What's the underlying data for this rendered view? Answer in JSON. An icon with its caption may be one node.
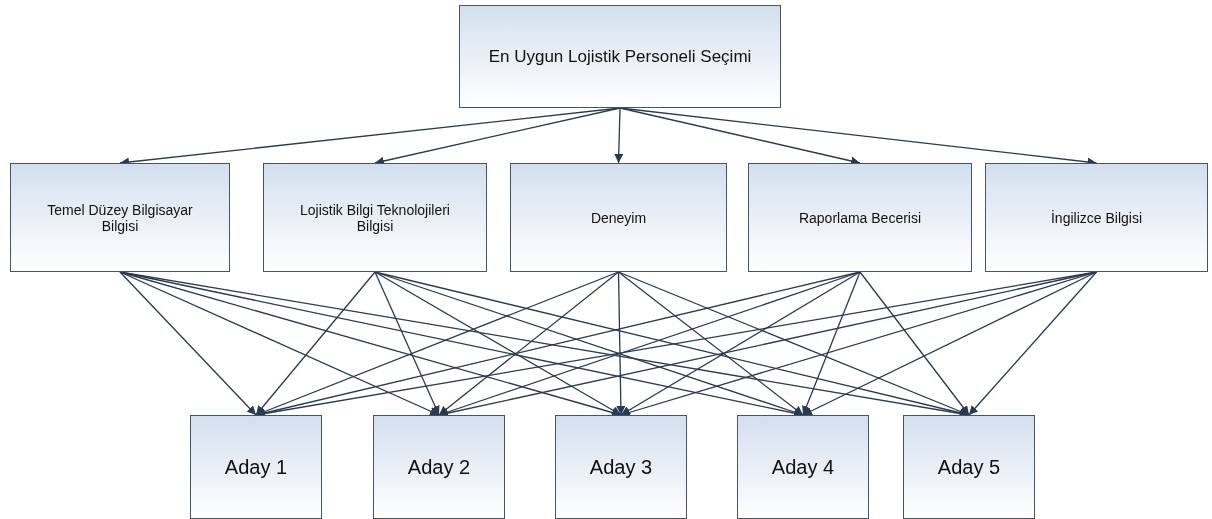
{
  "diagram": {
    "nodes": [
      {
        "text": [
          "En Uygun Lojistik Personeli Seçimi"
        ]
      },
      {
        "text": [
          "Temel Düzey Bilgisayar Bilgisi"
        ]
      },
      {
        "text": [
          "Lojistik Bilgi Teknolojileri Bilgisi"
        ]
      },
      {
        "text": [
          "Deneyim"
        ]
      },
      {
        "text": [
          "Raporlama Becerisi"
        ]
      },
      {
        "text": [
          "İngilizce Bilgisi"
        ]
      },
      {
        "text": [
          "Aday 1"
        ]
      },
      {
        "text": [
          "Aday 2"
        ]
      },
      {
        "text": [
          "Aday 3"
        ]
      },
      {
        "text": [
          "Aday 4"
        ]
      },
      {
        "text": [
          "Aday 5"
        ]
      }
    ],
    "edges": [
      {
        "from": 0,
        "to": 1,
        "arrow": "to"
      },
      {
        "from": 0,
        "to": 2,
        "arrow": "to"
      },
      {
        "from": 0,
        "to": 3,
        "arrow": "to"
      },
      {
        "from": 0,
        "to": 4,
        "arrow": "to"
      },
      {
        "from": 0,
        "to": 5,
        "arrow": "to"
      },
      {
        "from": 1,
        "to": 6,
        "arrow": "to"
      },
      {
        "from": 1,
        "to": 7,
        "arrow": "to"
      },
      {
        "from": 1,
        "to": 8,
        "arrow": "to"
      },
      {
        "from": 1,
        "to": 9,
        "arrow": "to"
      },
      {
        "from": 1,
        "to": 10,
        "arrow": "to"
      },
      {
        "from": 2,
        "to": 6,
        "arrow": "to"
      },
      {
        "from": 2,
        "to": 7,
        "arrow": "to"
      },
      {
        "from": 2,
        "to": 8,
        "arrow": "to"
      },
      {
        "from": 2,
        "to": 9,
        "arrow": "to"
      },
      {
        "from": 2,
        "to": 10,
        "arrow": "to"
      },
      {
        "from": 3,
        "to": 6,
        "arrow": "to"
      },
      {
        "from": 3,
        "to": 7,
        "arrow": "to"
      },
      {
        "from": 3,
        "to": 8,
        "arrow": "to"
      },
      {
        "from": 3,
        "to": 9,
        "arrow": "to"
      },
      {
        "from": 3,
        "to": 10,
        "arrow": "to"
      },
      {
        "from": 4,
        "to": 6,
        "arrow": "to"
      },
      {
        "from": 4,
        "to": 7,
        "arrow": "to"
      },
      {
        "from": 4,
        "to": 8,
        "arrow": "to"
      },
      {
        "from": 4,
        "to": 9,
        "arrow": "to"
      },
      {
        "from": 4,
        "to": 10,
        "arrow": "to"
      },
      {
        "from": 5,
        "to": 6,
        "arrow": "to"
      },
      {
        "from": 5,
        "to": 7,
        "arrow": "to"
      },
      {
        "from": 5,
        "to": 8,
        "arrow": "to"
      },
      {
        "from": 5,
        "to": 9,
        "arrow": "to"
      },
      {
        "from": 5,
        "to": 10,
        "arrow": "to"
      }
    ]
  }
}
